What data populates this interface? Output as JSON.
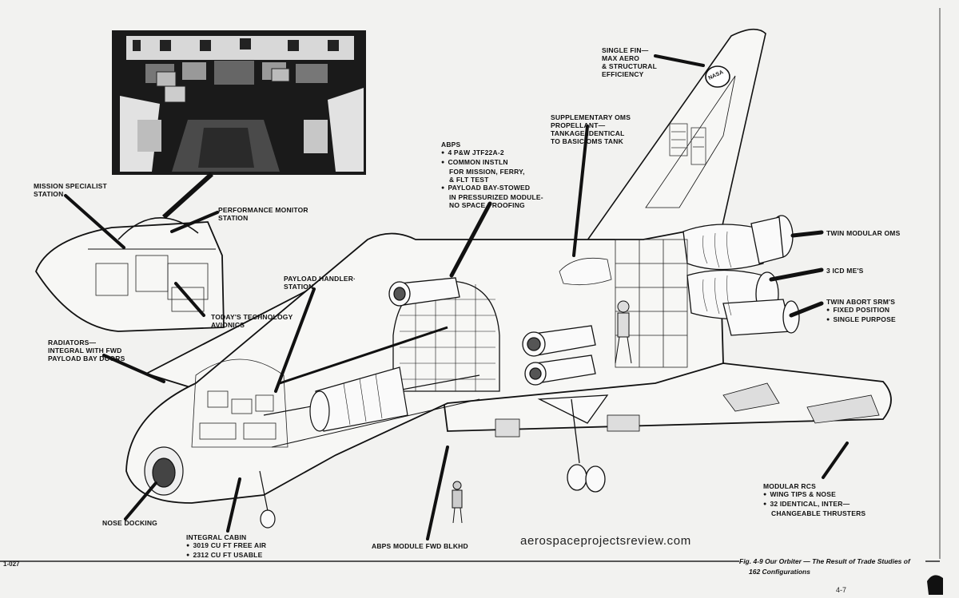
{
  "labels": {
    "single_fin": [
      "SINGLE FIN—",
      "MAX AERO",
      "& STRUCTURAL",
      "EFFICIENCY"
    ],
    "supp_oms": [
      "SUPPLEMENTARY OMS",
      "PROPELLANT—",
      "TANKAGE IDENTICAL",
      "TO BASIC OMS TANK"
    ],
    "abps": {
      "title": "ABPS",
      "items": [
        [
          "4 P&W JTF22A-2"
        ],
        [
          "COMMON INSTLN",
          "FOR MISSION, FERRY,",
          "& FLT TEST"
        ],
        [
          "PAYLOAD BAY-STOWED",
          "IN PRESSURIZED MODULE-",
          "NO SPACE PROOFING"
        ]
      ]
    },
    "mission_specialist": [
      "MISSION SPECIALIST",
      "STATION"
    ],
    "performance_monitor": [
      "PERFORMANCE MONITOR",
      "STATION"
    ],
    "payload_handler": [
      "PAYLOAD HANDLER·",
      "STATION"
    ],
    "todays_tech": [
      "TODAY'S TECHNOLOGY",
      "AVIONICS"
    ],
    "radiators": [
      "RADIATORS—",
      "INTEGRAL WITH FWD",
      "PAYLOAD BAY DOORS"
    ],
    "twin_oms": [
      "TWIN MODULAR OMS"
    ],
    "icd": [
      "3 ICD ME'S"
    ],
    "twin_abort": {
      "title": "TWIN ABORT SRM'S",
      "items": [
        "FIXED POSITION",
        "SINGLE PURPOSE"
      ]
    },
    "modular_rcs": {
      "title": "MODULAR RCS",
      "items": [
        [
          "WING TIPS & NOSE"
        ],
        [
          "32 IDENTICAL, INTER—",
          "CHANGEABLE THRUSTERS"
        ]
      ]
    },
    "nose_docking": [
      "NOSE DOCKING"
    ],
    "integral_cabin": {
      "title": "INTEGRAL CABIN",
      "items": [
        "3019 CU FT FREE AIR",
        "2312 CU FT USABLE"
      ]
    },
    "abps_module": [
      "ABPS MODULE FWD BLKHD"
    ]
  },
  "insignia_text": "NASA",
  "watermark": "aerospaceprojectsreview.com",
  "figure_id": "1-027",
  "caption": [
    "Fig. 4-9  Our Orbiter — The Result of Trade Studies of",
    "162 Configurations"
  ],
  "page_number": "4-7",
  "colors": {
    "paper": "#f2f2f0",
    "ink": "#111111",
    "photo_dark": "#1a1a1a"
  }
}
